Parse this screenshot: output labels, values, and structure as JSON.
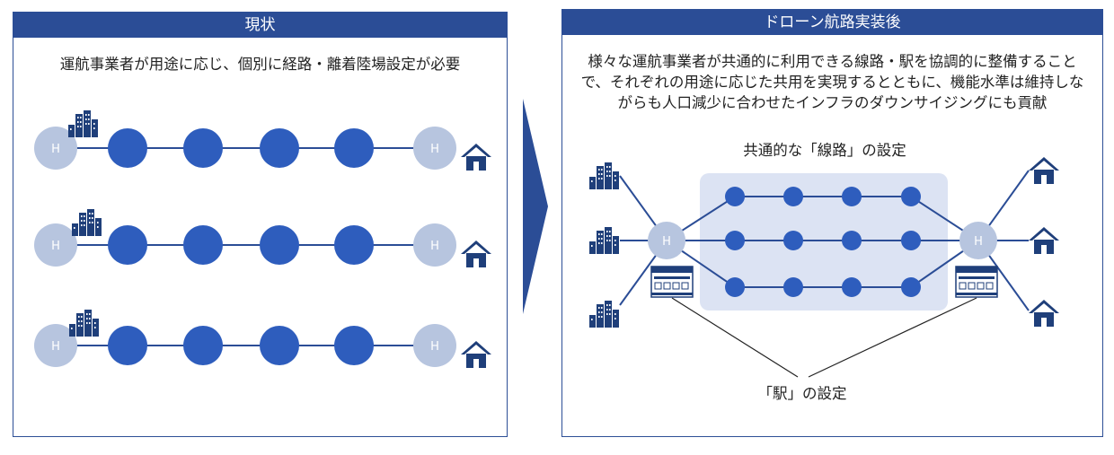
{
  "left_panel": {
    "title": "現状",
    "description": "運航事業者が用途に応じ、個別に経路・離着陸場設定が必要",
    "helipad_label": "H"
  },
  "right_panel": {
    "title": "ドローン航路実装後",
    "description_lines": [
      "様々な運航事業者が共通的に利用できる線路・駅を協調的に整備すること",
      "で、それぞれの用途に応じた共用を実現するとともに、機能水準は維持しな",
      "がらも人口減少に合わせたインフラのダウンサイジングにも貢献"
    ],
    "line_setting_label": "共通的な「線路」の設定",
    "station_setting_label": "「駅」の設定",
    "helipad_label": "H"
  },
  "colors": {
    "header": "#2b4d96",
    "node": "#2e5dbd",
    "helipad": "#b7c5df",
    "line": "#2b4d96",
    "corridor_bg": "#dce3f3",
    "icon": "#1f3f7a"
  }
}
